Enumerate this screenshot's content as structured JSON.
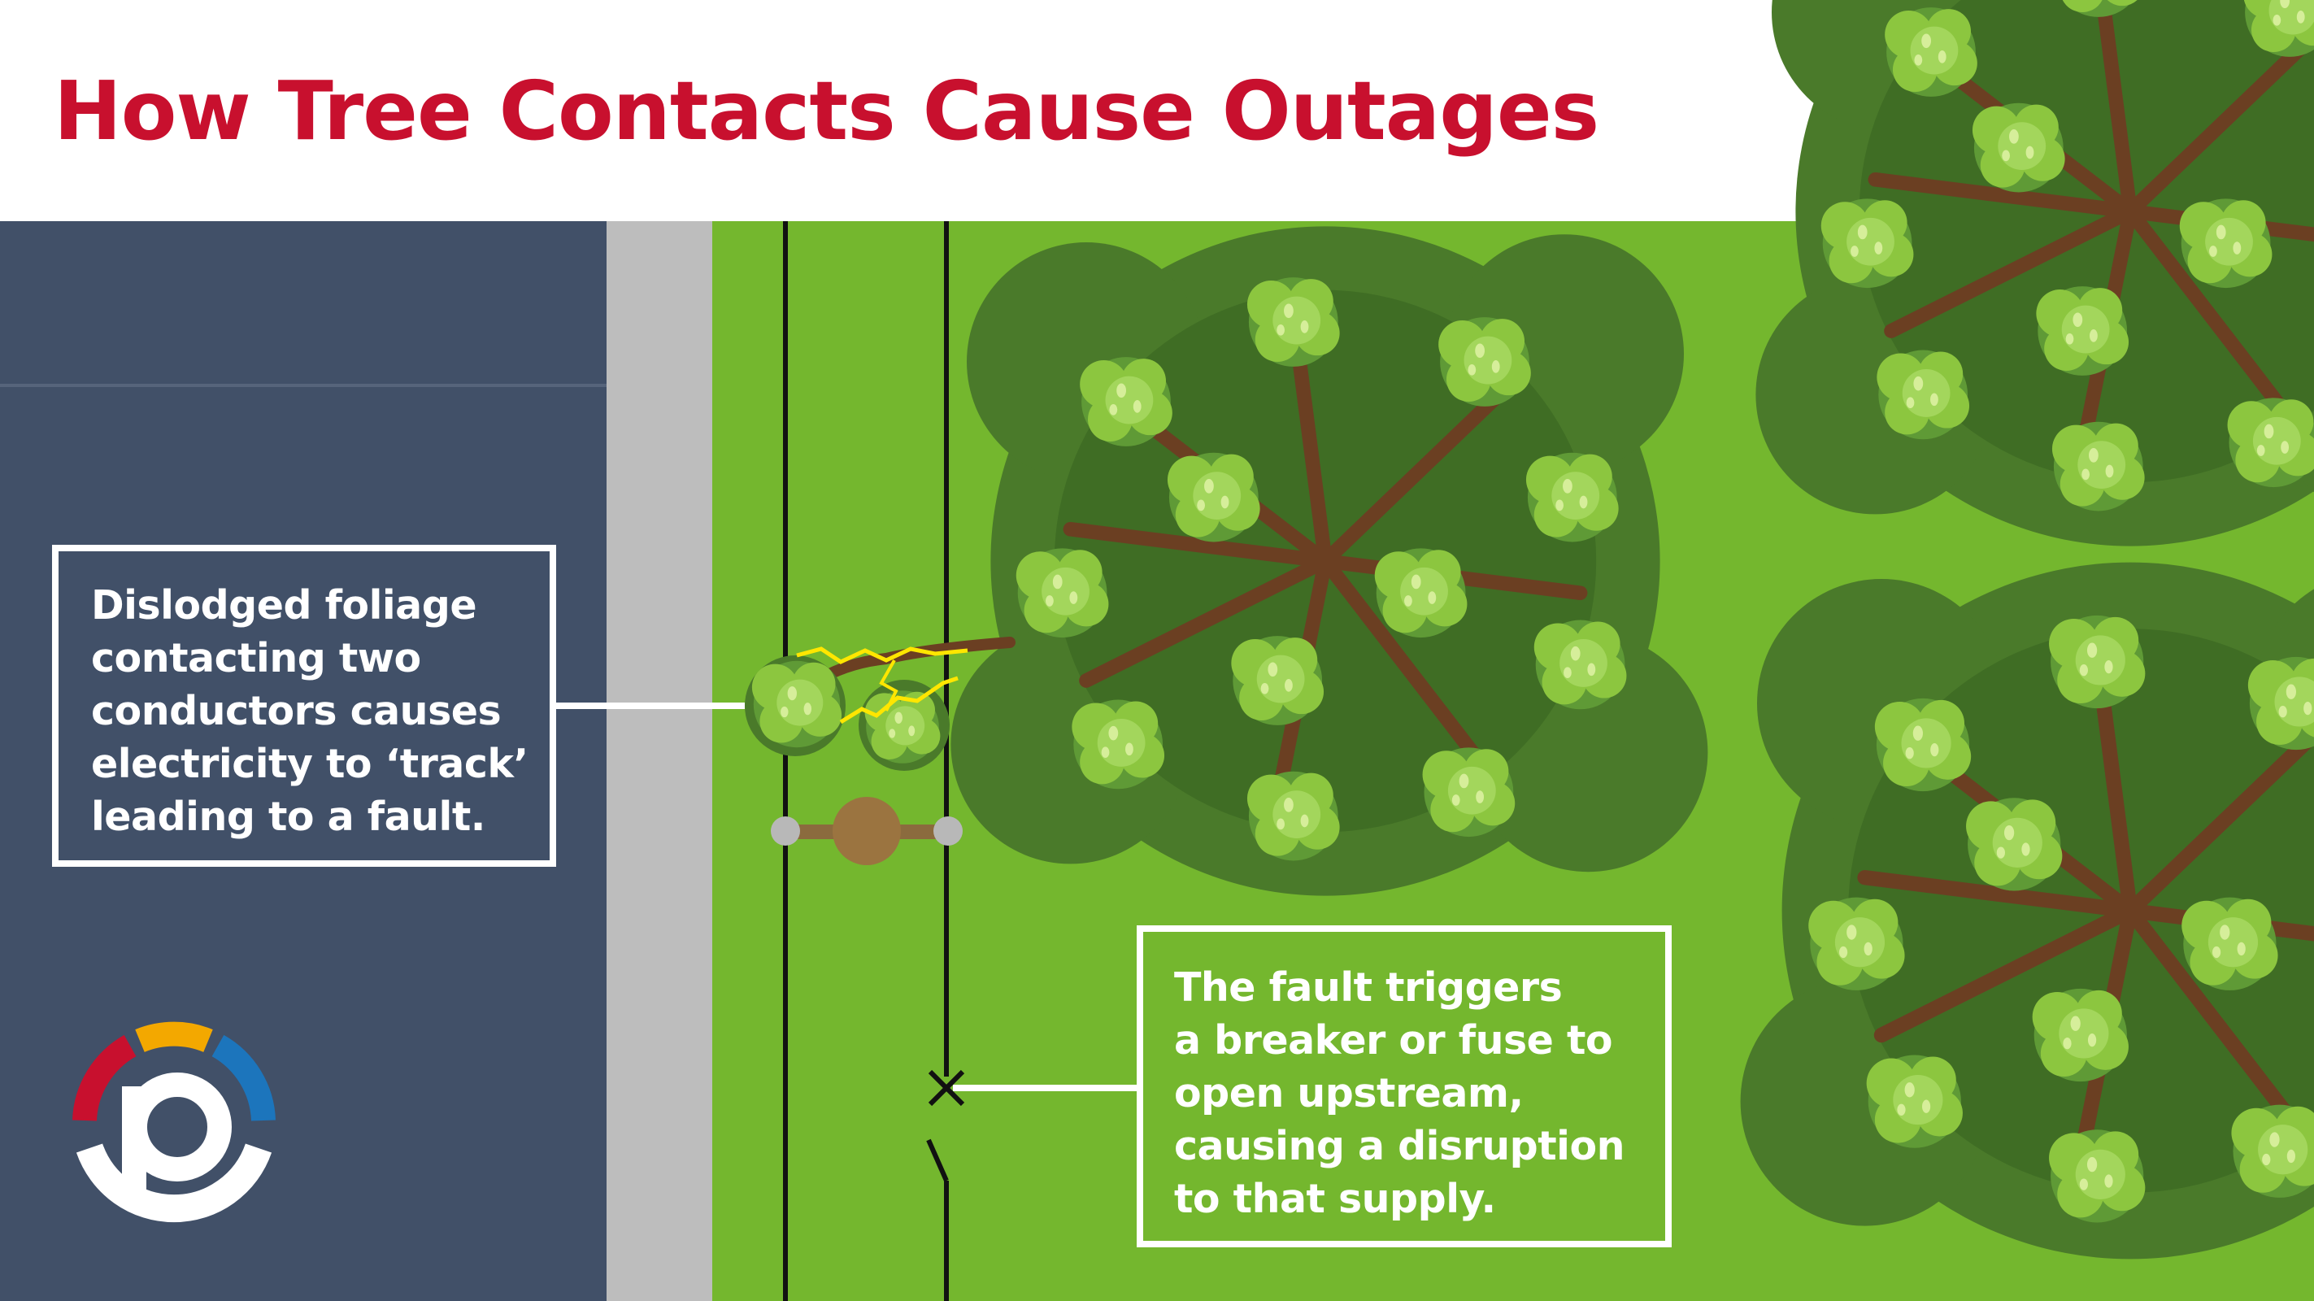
{
  "title": "How Tree Contacts Cause Outages",
  "callouts": {
    "foliage": "Dislodged foliage\ncontacting two\nconductors causes\nelectricity to ‘track’\nleading to a fault.",
    "breaker": "The fault triggers\na breaker or fuse to\nopen upstream,\ncausing a disruption\nto that supply."
  },
  "colors": {
    "title": "#c8102e",
    "road": "#415068",
    "sidewalk": "#bdbdbd",
    "grass": "#74b72e",
    "tree_dark": "#4a7a2a",
    "tree_mid": "#5f9a36",
    "tree_light": "#8cc63f",
    "branch": "#6b3f22",
    "spark": "#ffe600",
    "logo_red": "#c8102e",
    "logo_yellow": "#f3a800",
    "logo_blue": "#1c75bc"
  },
  "icons": {
    "fault_marker": "x-mark",
    "open_switch": "open-switch",
    "insulator": "pole-insulator",
    "logo": "p-ring-logo"
  }
}
